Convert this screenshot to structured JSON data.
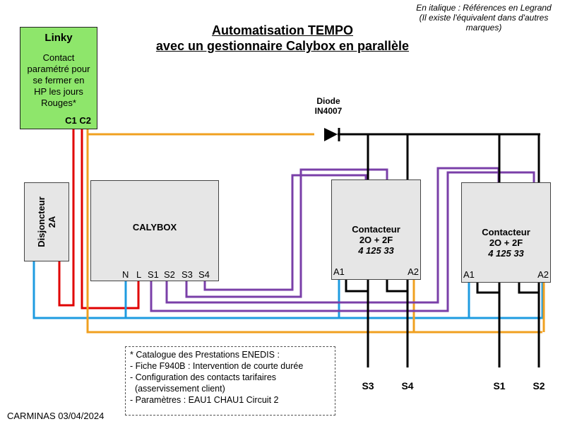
{
  "title": {
    "line1": "Automatisation TEMPO",
    "line2": "avec un gestionnaire Calybox en parallèle"
  },
  "note": {
    "line1": "En italique : Références en Legrand",
    "line2": "(Il existe l'équivalent dans d'autres",
    "line3": "marques)"
  },
  "linky": {
    "title": "Linky",
    "desc1": "Contact",
    "desc2": "paramétré pour",
    "desc3": "se fermer en",
    "desc4": "HP les jours",
    "desc5": "Rouges*",
    "terminals": "C1 C2"
  },
  "disjoncteur": {
    "line1": "Disjoncteur",
    "line2": "2A"
  },
  "calybox": {
    "title": "CALYBOX",
    "terminals": [
      "N",
      "L",
      "S1",
      "S2",
      "S3",
      "S4"
    ]
  },
  "diode": {
    "line1": "Diode",
    "line2": "IN4007"
  },
  "contactor1": {
    "line1": "Contacteur",
    "line2": "2O + 2F",
    "ref": "4 125 33",
    "a1": "A1",
    "a2": "A2"
  },
  "contactor2": {
    "line1": "Contacteur",
    "line2": "2O + 2F",
    "ref": "4 125 33",
    "a1": "A1",
    "a2": "A2"
  },
  "outputs": [
    "S3",
    "S4",
    "S1",
    "S2"
  ],
  "notes": [
    "* Catalogue des Prestations ENEDIS :",
    "- Fiche F940B : Intervention de courte durée",
    "- Configuration des contacts tarifaires",
    "  (asservissement client)",
    "- Paramètres : EAU1 CHAU1 Circuit 2"
  ],
  "footer": "CARMINAS 03/04/2024",
  "colors": {
    "phase": "#e00000",
    "neutral": "#1e9be0",
    "command": "#f0a020",
    "calybox_outputs": "#7a3fa8",
    "power": "#000000",
    "linky_box": "#8ee66b",
    "boxes": "#e6e6e6"
  }
}
